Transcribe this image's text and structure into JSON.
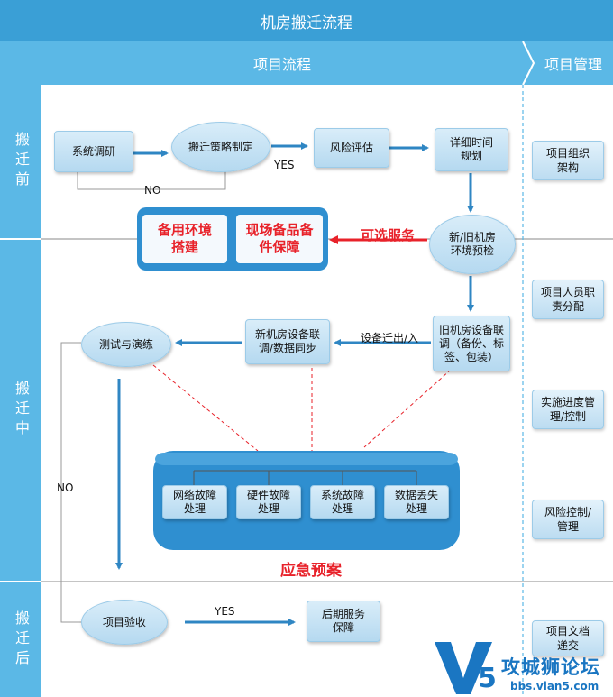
{
  "title": "机房搬迁流程",
  "headers": {
    "flow": "项目流程",
    "management": "项目管理"
  },
  "phases": {
    "before": "搬迁前",
    "during": "搬迁中",
    "after": "搬迁后"
  },
  "nodes": {
    "survey": "系统调研",
    "strategy": "搬迁策略制定",
    "risk_eval": "风险评估",
    "schedule": "详细时间规划",
    "precheck": "新/旧机房环境预检",
    "backup_env": "备用环境搭建",
    "spare_parts": "现场备品备件保障",
    "old_prep": "旧机房设备联调（备份、标签、包装）",
    "new_sync": "新机房设备联调/数据同步",
    "test_drill": "测试与演练",
    "acceptance": "项目验收",
    "after_service": "后期服务保障"
  },
  "emergency": {
    "title": "应急预案",
    "items": [
      "网络故障处理",
      "硬件故障处理",
      "系统故障处理",
      "数据丢失处理"
    ]
  },
  "edge_labels": {
    "no_top": "NO",
    "yes_top": "YES",
    "optional": "可选服务",
    "move": "设备迁出/入",
    "no_left": "NO",
    "yes_bottom": "YES"
  },
  "management": [
    "项目组织架构",
    "项目人员职责分配",
    "实施进度管理/控制",
    "风险控制/管理",
    "项目文档递交"
  ],
  "watermark": {
    "brand": "攻城狮论坛",
    "url": "bbs.vlan5.com"
  },
  "colors": {
    "title_bg": "#3a9fd6",
    "header_bg": "#5bb8e6",
    "arrow": "#2f86c3",
    "red": "#e8222a",
    "node_fill": "#c8e4f5"
  }
}
